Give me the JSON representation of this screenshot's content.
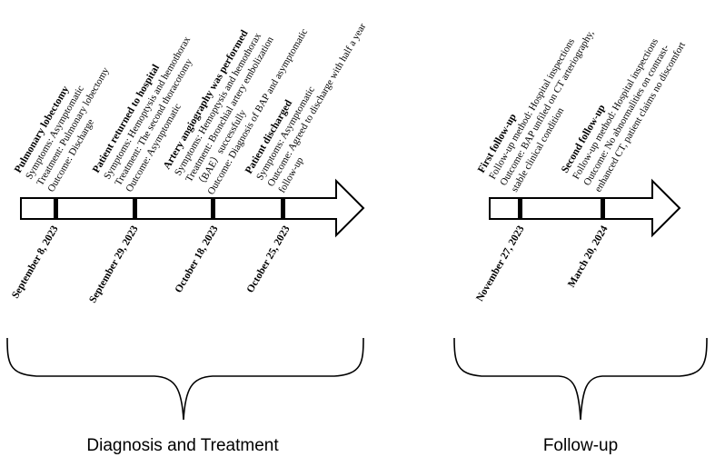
{
  "colors": {
    "stroke": "#000000",
    "fill": "#ffffff"
  },
  "phases": [
    {
      "label": "Diagnosis and Treatment"
    },
    {
      "label": "Follow-up"
    }
  ],
  "events": [
    {
      "title": "Pulmonary lobectomy",
      "lines": [
        "Symptoms:  Asymptomatic",
        "Treatment: Pulmonary lobectomy",
        "Outcome:  Discharge"
      ],
      "date": "September 8, 2023"
    },
    {
      "title": "Patient returned to hospital",
      "lines": [
        "Symptoms: Hemoptysis and hemothorax",
        "Treatment: The second thoracotomy",
        "Outcome: Asymptomatic"
      ],
      "date": "September 29, 2023"
    },
    {
      "title": "Artery angiography was performed",
      "lines": [
        "Symptoms: Hemoptysis and hemothorax",
        "Treatment: Bronchial artery embolization",
        "（BAE）successfully",
        "Outcome: Diagnosis of BAP and asymptomatic"
      ],
      "date": "October 18, 2023"
    },
    {
      "title": "Patient discharged",
      "lines": [
        "Symptoms: Asymptomatic",
        "Outcome: Agreed to discharge with half  a year",
        "follow-up"
      ],
      "date": "October 25, 2023"
    },
    {
      "title": "First follow-up",
      "lines": [
        "Follow-up method: Hospital inspections",
        "Outcome:  BAP unfiled on CT arteriography,",
        "stable clinical condition"
      ],
      "date": "November 27,  2023"
    },
    {
      "title": "Second follow-up",
      "lines": [
        "Follow-up method: Hospital inspections",
        "Outcome: No abnormalities on contrast-",
        "enhanced CT, patient claims no discomfort"
      ],
      "date": "March 20, 2024"
    }
  ]
}
